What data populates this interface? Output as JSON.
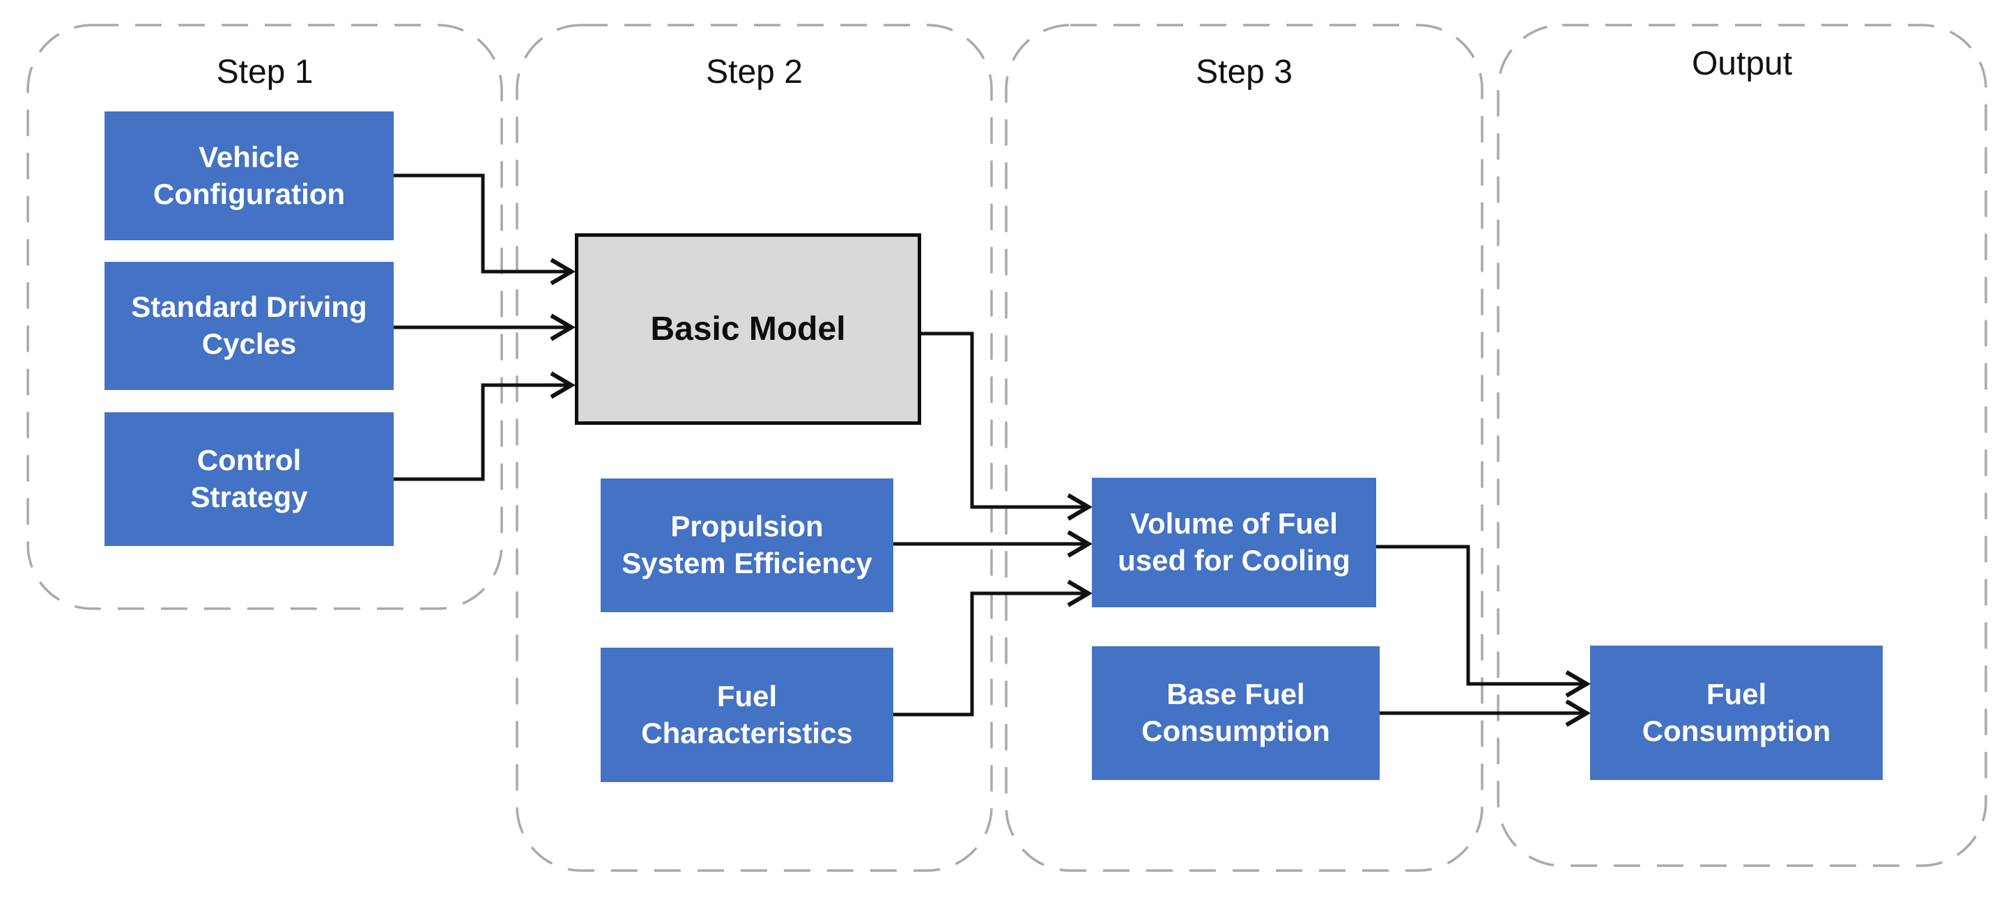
{
  "diagram": {
    "panels": [
      {
        "id": "step1",
        "title": "Step 1"
      },
      {
        "id": "step2",
        "title": "Step 2"
      },
      {
        "id": "step3",
        "title": "Step 3"
      },
      {
        "id": "output",
        "title": "Output"
      }
    ],
    "nodes": {
      "vehicle_configuration": {
        "label": "Vehicle\nConfiguration",
        "panel": "Step 1",
        "type": "input"
      },
      "standard_driving_cycles": {
        "label": "Standard Driving\nCycles",
        "panel": "Step 1",
        "type": "input"
      },
      "control_strategy": {
        "label": "Control\nStrategy",
        "panel": "Step 1",
        "type": "input"
      },
      "basic_model": {
        "label": "Basic Model",
        "panel": "Step 2",
        "type": "model"
      },
      "propulsion_system_efficiency": {
        "label": "Propulsion\nSystem Efficiency",
        "panel": "Step 2",
        "type": "input"
      },
      "fuel_characteristics": {
        "label": "Fuel\nCharacteristics",
        "panel": "Step 2",
        "type": "input"
      },
      "volume_of_fuel_for_cooling": {
        "label": "Volume of Fuel\nused for Cooling",
        "panel": "Step 3",
        "type": "process"
      },
      "base_fuel_consumption": {
        "label": "Base Fuel\nConsumption",
        "panel": "Step 3",
        "type": "input"
      },
      "fuel_consumption": {
        "label": "Fuel\nConsumption",
        "panel": "Output",
        "type": "output"
      }
    },
    "edges": [
      {
        "from": "vehicle_configuration",
        "to": "basic_model"
      },
      {
        "from": "standard_driving_cycles",
        "to": "basic_model"
      },
      {
        "from": "control_strategy",
        "to": "basic_model"
      },
      {
        "from": "basic_model",
        "to": "volume_of_fuel_for_cooling"
      },
      {
        "from": "propulsion_system_efficiency",
        "to": "volume_of_fuel_for_cooling"
      },
      {
        "from": "fuel_characteristics",
        "to": "volume_of_fuel_for_cooling"
      },
      {
        "from": "volume_of_fuel_for_cooling",
        "to": "fuel_consumption"
      },
      {
        "from": "base_fuel_consumption",
        "to": "fuel_consumption"
      }
    ],
    "colors": {
      "node_fill": "#4472c4",
      "node_text": "#ffffff",
      "model_fill": "#d9d9d9",
      "model_border": "#0d0d0d",
      "panel_border": "#a9a9a9",
      "arrow": "#111111",
      "background": "#ffffff"
    }
  }
}
